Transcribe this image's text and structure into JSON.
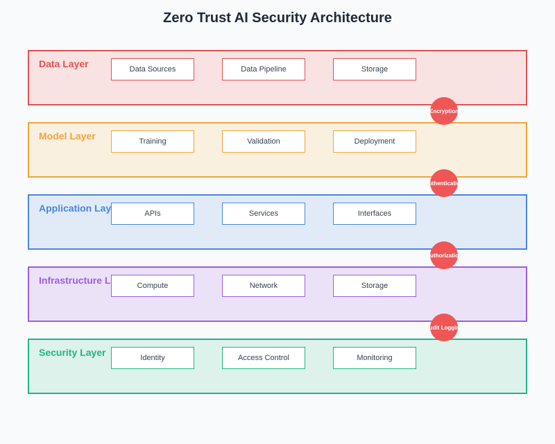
{
  "title": "Zero Trust AI Security Architecture",
  "layers": [
    {
      "label": "Data Layer",
      "color": "#e05252",
      "fill": "#f9e2e2",
      "components": [
        "Data Sources",
        "Data Pipeline",
        "Storage"
      ]
    },
    {
      "label": "Model Layer",
      "color": "#f2a33a",
      "fill": "#faf0e0",
      "components": [
        "Training",
        "Validation",
        "Deployment"
      ]
    },
    {
      "label": "Application Layer",
      "color": "#4a86e0",
      "fill": "#e1ebf8",
      "components": [
        "APIs",
        "Services",
        "Interfaces"
      ]
    },
    {
      "label": "Infrastructure Layer",
      "color": "#9b5de5",
      "fill": "#ece2f8",
      "components": [
        "Compute",
        "Network",
        "Storage"
      ]
    },
    {
      "label": "Security Layer",
      "color": "#1fb587",
      "fill": "#dcf2ea",
      "components": [
        "Identity",
        "Access Control",
        "Monitoring"
      ]
    }
  ],
  "badges": [
    {
      "label": "Encryption"
    },
    {
      "label": "Authentication"
    },
    {
      "label": "Authorization"
    },
    {
      "label": "Audit Logging"
    }
  ],
  "colors": {
    "badge": "#ef5757",
    "background": "#f8fafc",
    "title": "#1f2937"
  }
}
